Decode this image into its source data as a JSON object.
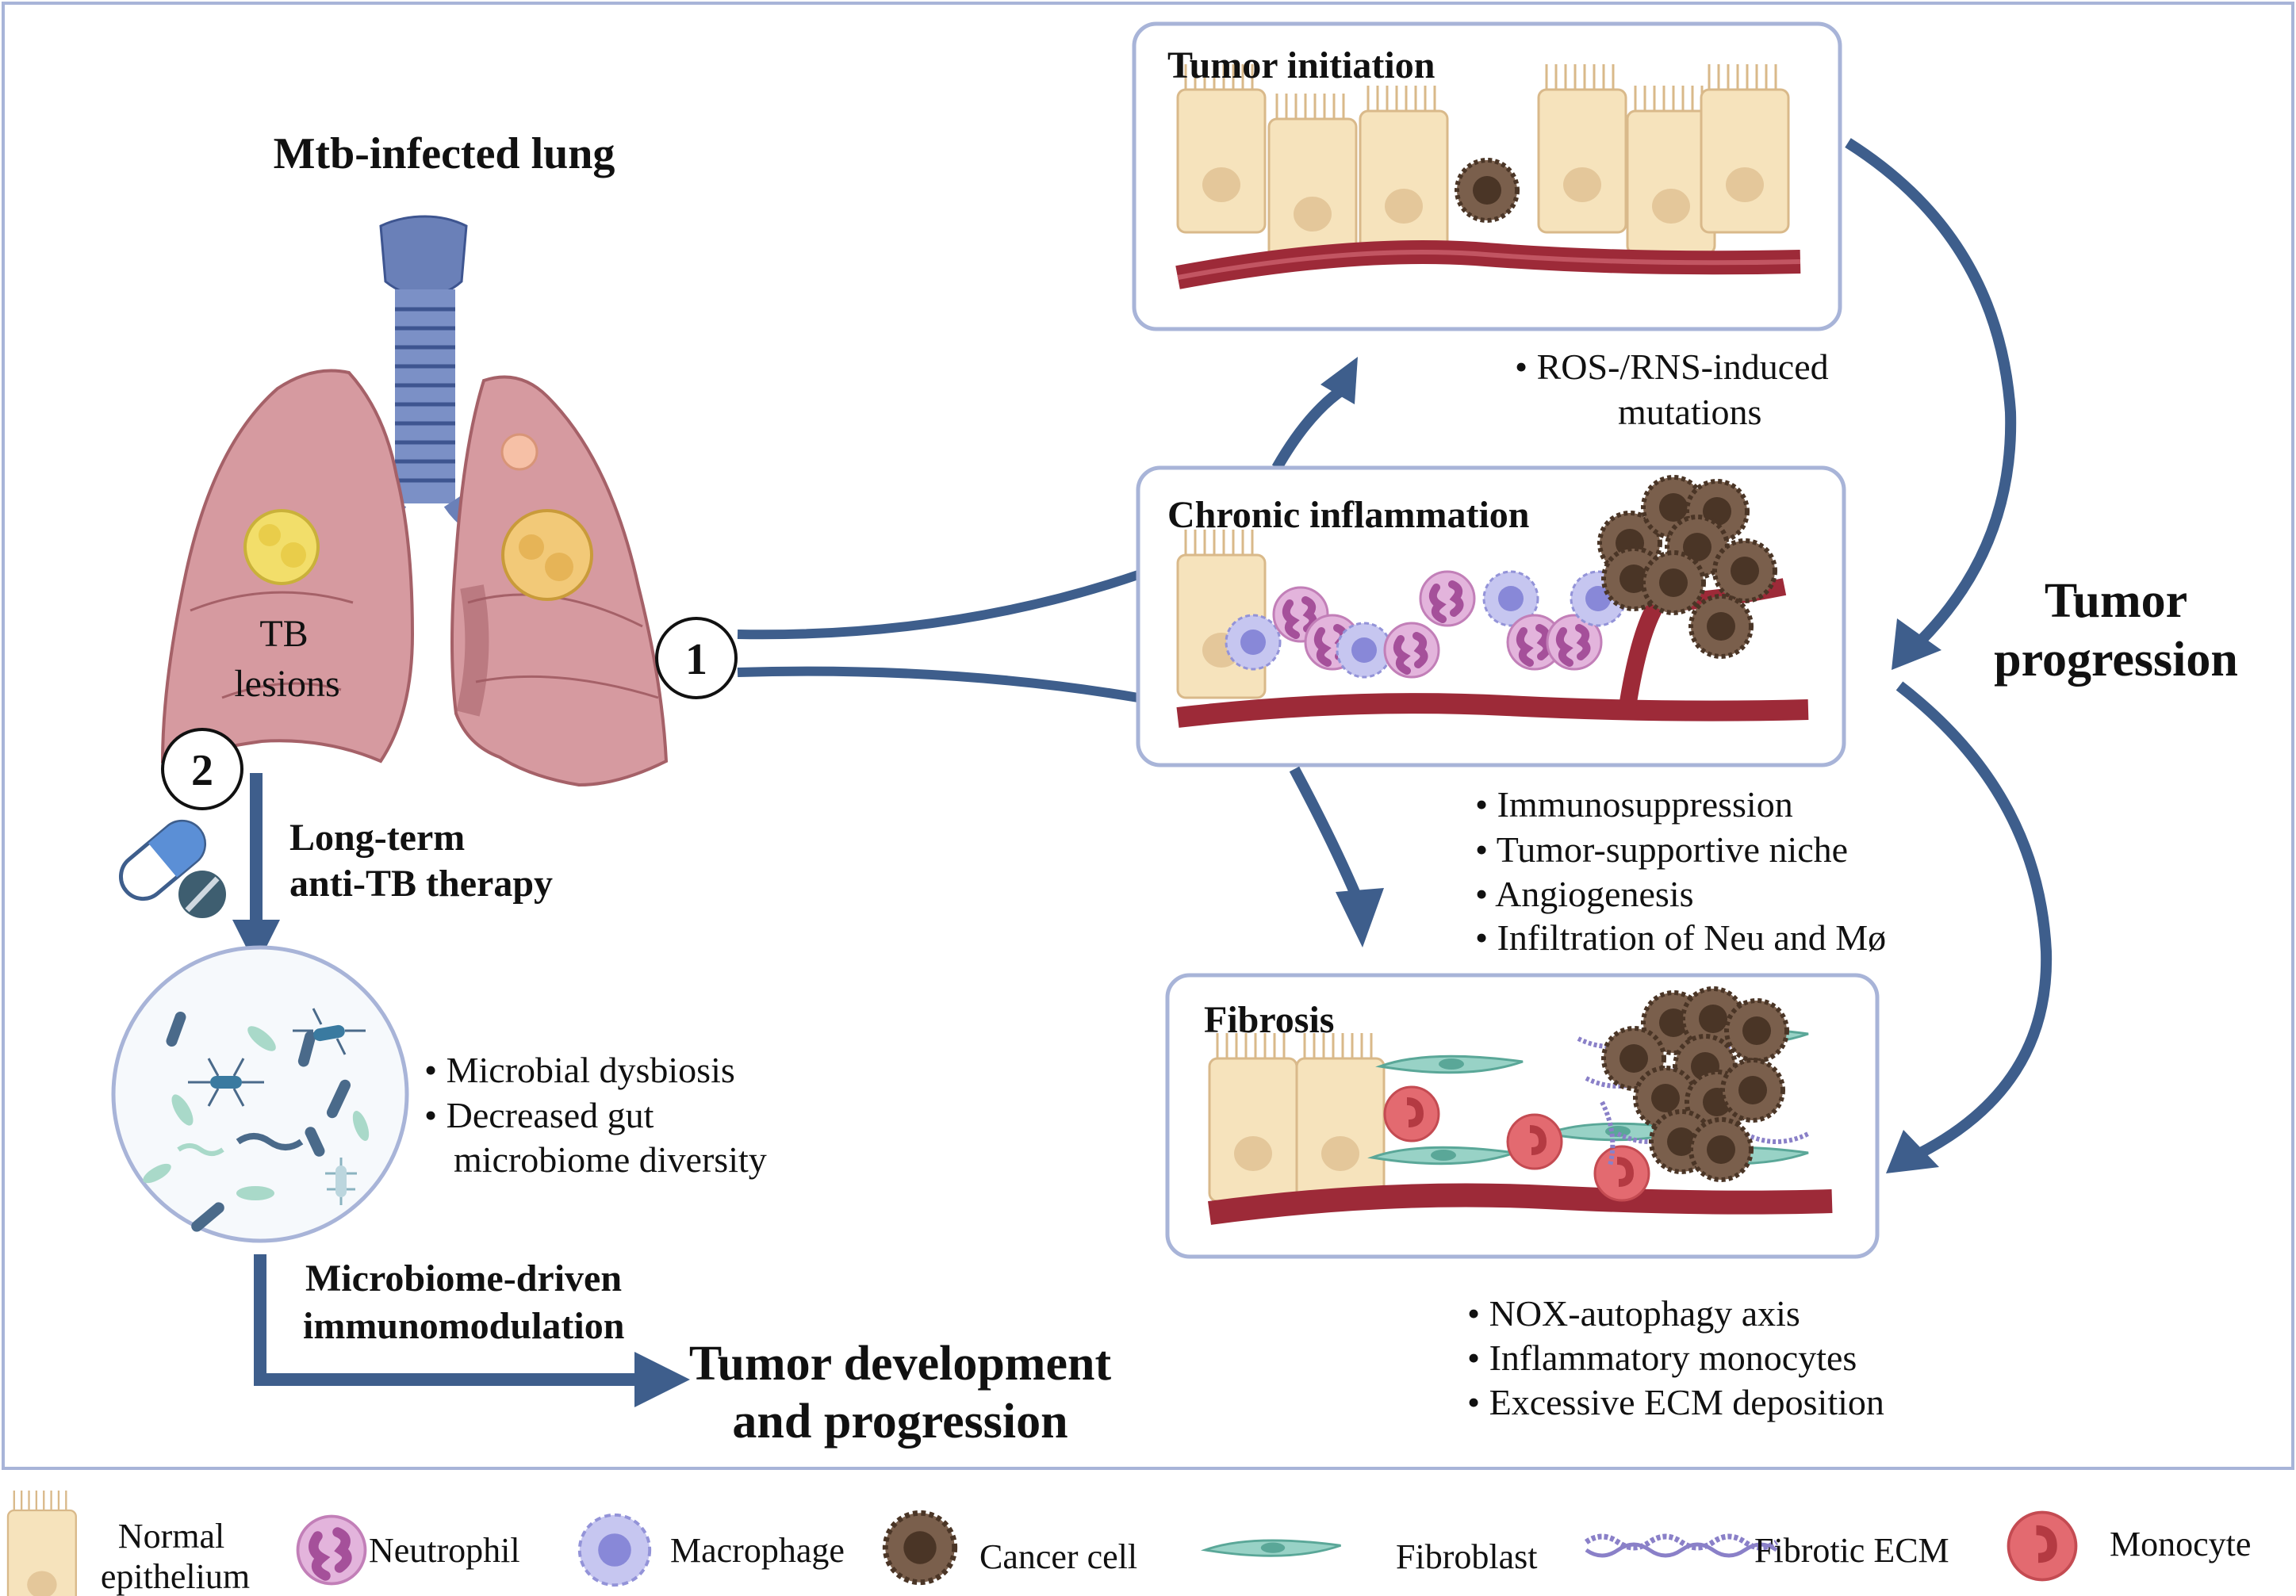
{
  "title": "Mtb-infected lung",
  "lung_label": [
    "TB",
    "lesions"
  ],
  "route_numbers": [
    "1",
    "2"
  ],
  "therapy_label": [
    "Long-term",
    "anti-TB therapy"
  ],
  "microbiome_bullets": [
    "Microbial dysbiosis",
    "Decreased gut",
    "microbiome diversity"
  ],
  "microbiome_pathway_label": [
    "Microbiome-driven",
    "immunomodulation"
  ],
  "outcome_label": [
    "Tumor development",
    "and progression"
  ],
  "panels": {
    "initiation": {
      "title": "Tumor initiation",
      "bullets": [
        "ROS-/RNS-induced",
        "mutations"
      ]
    },
    "inflammation": {
      "title": "Chronic inflammation",
      "bullets": [
        "Immunosuppression",
        "Tumor-supportive niche",
        "Angiogenesis",
        "Infiltration of Neu and Mø"
      ]
    },
    "fibrosis": {
      "title": "Fibrosis",
      "bullets": [
        "NOX-autophagy axis",
        "Inflammatory monocytes",
        "Excessive ECM deposition"
      ]
    }
  },
  "progression_label": [
    "Tumor",
    "progression"
  ],
  "legend": [
    {
      "label": "Normal epithelium",
      "lines": [
        "Normal",
        "epithelium"
      ],
      "icon": "epithelium-icon"
    },
    {
      "label": "Neutrophil",
      "icon": "neutrophil-icon"
    },
    {
      "label": "Macrophage",
      "icon": "macrophage-icon"
    },
    {
      "label": "Cancer cell",
      "icon": "cancer-cell-icon"
    },
    {
      "label": "Fibroblast",
      "icon": "fibroblast-icon"
    },
    {
      "label": "Fibrotic ECM",
      "icon": "fibrotic-ecm-icon"
    },
    {
      "label": "Monocyte",
      "icon": "monocyte-icon"
    }
  ],
  "colors": {
    "arrow": "#3e5e8c",
    "frame": "#a8b4d8",
    "lung": "#d69aa0",
    "trachea": "#6a80b8",
    "lesion": "#f2de6a",
    "epithelium": "#f6e3bc",
    "vessel": "#9d2a38",
    "neutrophil": "#e3b4dc",
    "macrophage": "#b3b2e8",
    "cancer": "#7a5f4c",
    "fibroblast": "#98d2c6",
    "monocyte": "#e36a70"
  }
}
